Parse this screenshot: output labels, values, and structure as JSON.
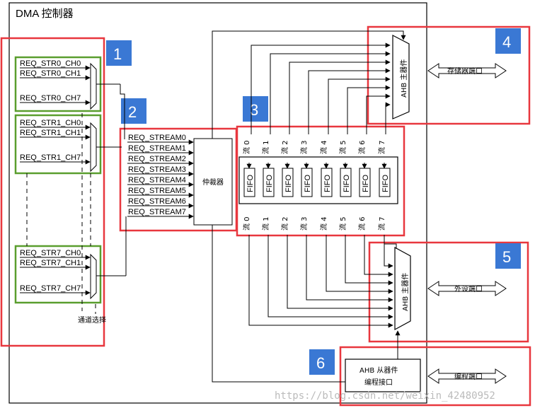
{
  "title": "DMA 控制器",
  "request_groups": [
    {
      "lines": [
        "REQ_STR0_CH0",
        "REQ_STR0_CH1",
        "REQ_STR0_CH7"
      ]
    },
    {
      "lines": [
        "REQ_STR1_CH0",
        "REQ_STR1_CH1",
        "REQ_STR1_CH7"
      ]
    },
    {
      "lines": [
        "REQ_STR7_CH0",
        "REQ_STR7_CH1",
        "REQ_STR7_CH7"
      ]
    }
  ],
  "channel_select_label": "通道选择",
  "streams": [
    "REQ_STREAM0",
    "REQ_STREAM1",
    "REQ_STREAM2",
    "REQ_STREAM3",
    "REQ_STREAM4",
    "REQ_STREAM5",
    "REQ_STREAM6",
    "REQ_STREAM7"
  ],
  "arbiter_label": "仲裁器",
  "fifo_label": "FIFO",
  "fifo_stream_labels": [
    "流 0",
    "流 1",
    "流 2",
    "流 3",
    "流 4",
    "流 5",
    "流 6",
    "流 7"
  ],
  "ahb_master_label": "AHB 主器件",
  "memory_port_label": "存储器端口",
  "peripheral_port_label": "外设端口",
  "ahb_slave_label_1": "AHB 从器件",
  "ahb_slave_label_2": "编程接口",
  "programming_port_label": "编程端口",
  "callouts": [
    "1",
    "2",
    "3",
    "4",
    "5",
    "6"
  ],
  "watermark": "https://blog.csdn.net/weixin_42480952",
  "colors": {
    "highlight_box": "#e8373e",
    "group_box": "#5a9e2e",
    "callout": "#3a78d4"
  }
}
